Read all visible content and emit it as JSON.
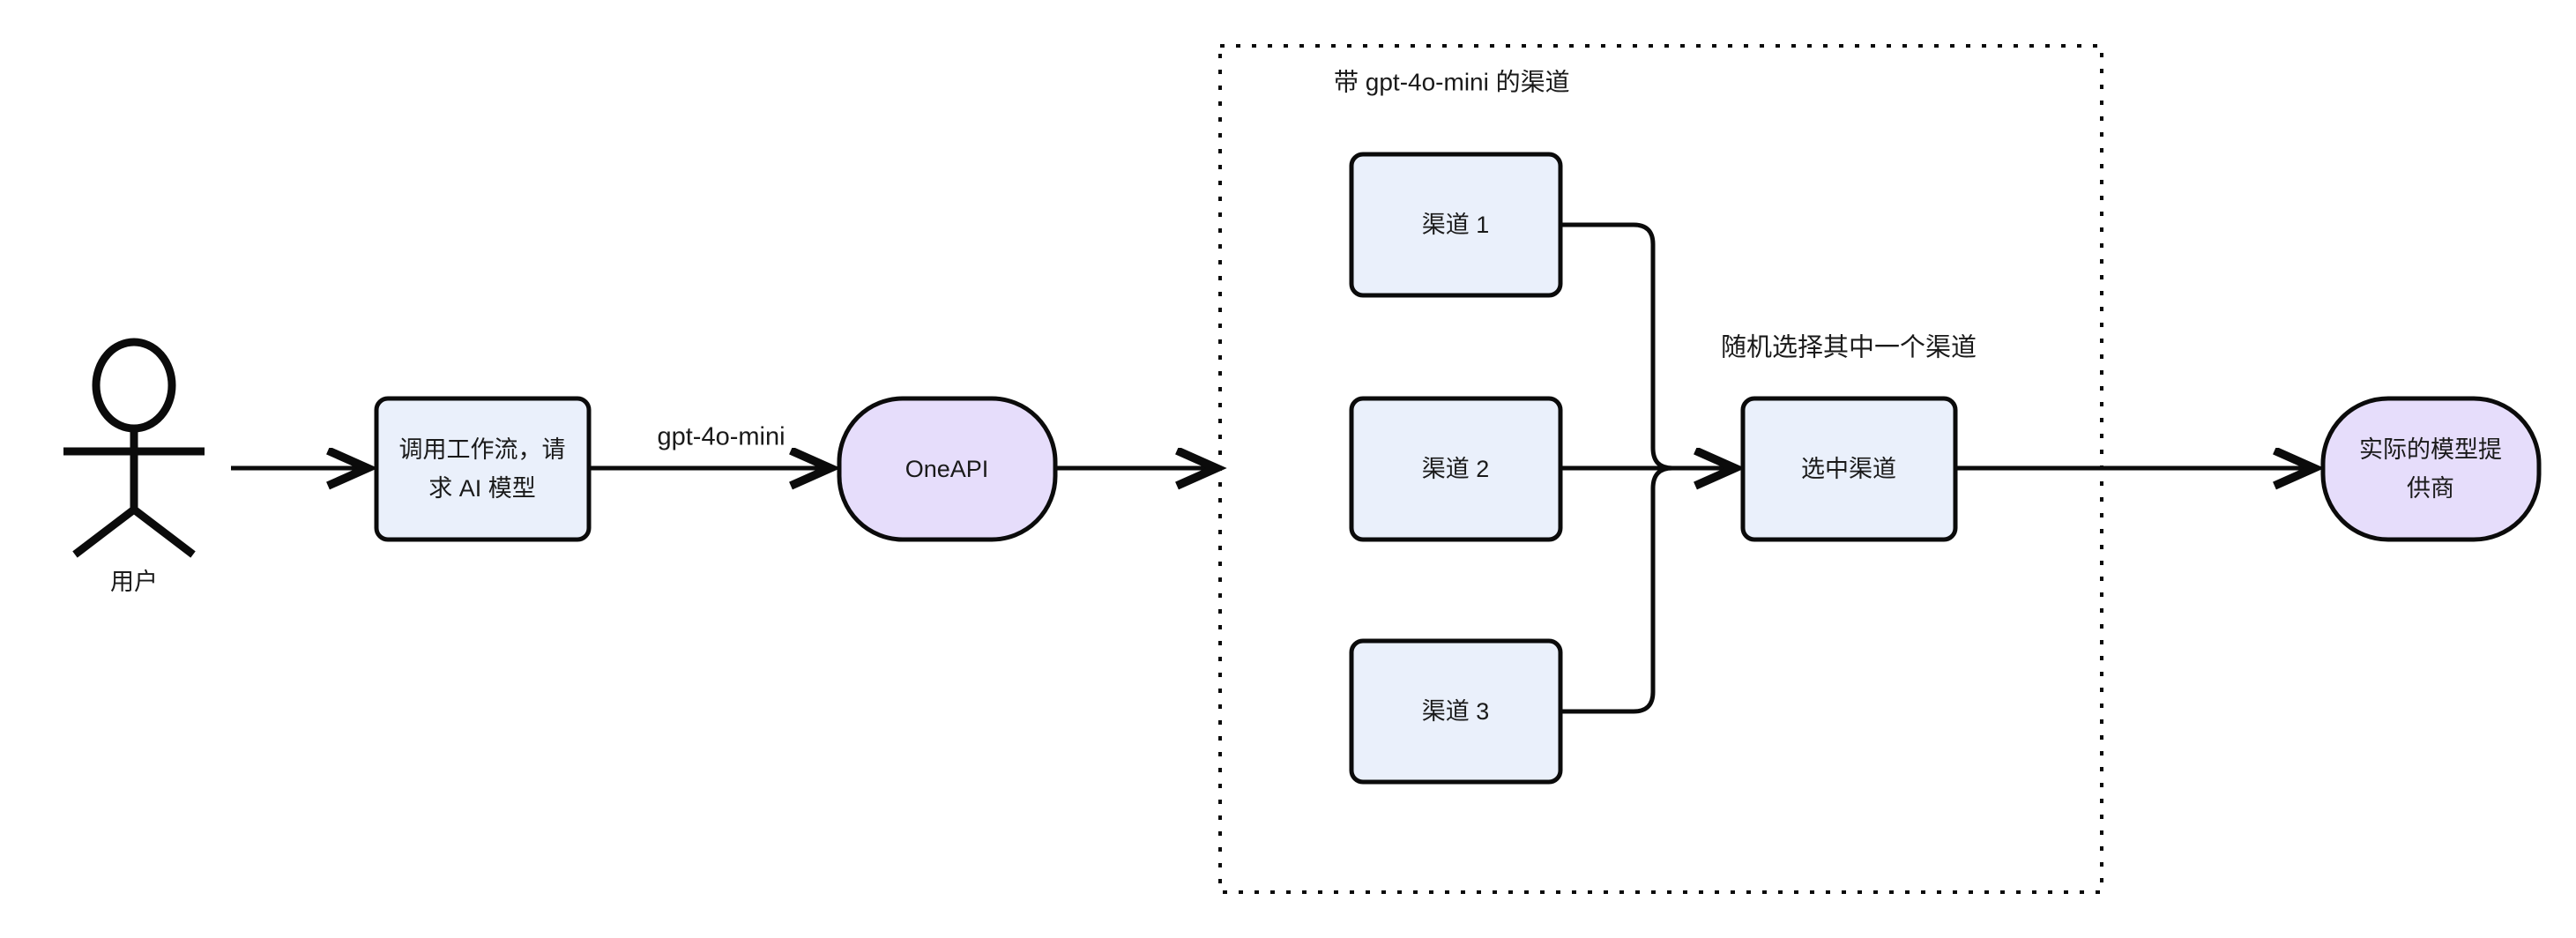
{
  "diagram": {
    "type": "flowchart",
    "direction": "left-to-right",
    "background": "#ffffff",
    "stroke_color": "#0b0b0b",
    "text_color": "#1a1a1a",
    "colors": {
      "node_blue_fill": "#eaf0fb",
      "node_purple_fill": "#e6ddfb",
      "border": "#0b0b0b"
    },
    "actor": {
      "name": "user-actor",
      "label": "用户"
    },
    "nodes": [
      {
        "id": "workflow",
        "label_line1": "调用工作流，请",
        "label_line2": "求 AI 模型",
        "shape": "rounded-rect",
        "fill": "#eaf0fb"
      },
      {
        "id": "oneapi",
        "label": "OneAPI",
        "shape": "stadium",
        "fill": "#e6ddfb"
      },
      {
        "id": "channel1",
        "label": "渠道 1",
        "shape": "rounded-rect",
        "fill": "#eaf0fb"
      },
      {
        "id": "channel2",
        "label": "渠道 2",
        "shape": "rounded-rect",
        "fill": "#eaf0fb"
      },
      {
        "id": "channel3",
        "label": "渠道 3",
        "shape": "rounded-rect",
        "fill": "#eaf0fb"
      },
      {
        "id": "selected-channel",
        "label": "选中渠道",
        "shape": "rounded-rect",
        "fill": "#eaf0fb"
      },
      {
        "id": "provider",
        "label_line1": "实际的模型提",
        "label_line2": "供商",
        "shape": "stadium",
        "fill": "#e6ddfb"
      }
    ],
    "edge_labels": {
      "user_to_workflow": "",
      "workflow_to_oneapi": "gpt-4o-mini",
      "merge_to_selected": "随机选择其中一个渠道"
    },
    "group": {
      "id": "channel-group",
      "title": "带 gpt-4o-mini 的渠道",
      "border_style": "dotted"
    }
  }
}
